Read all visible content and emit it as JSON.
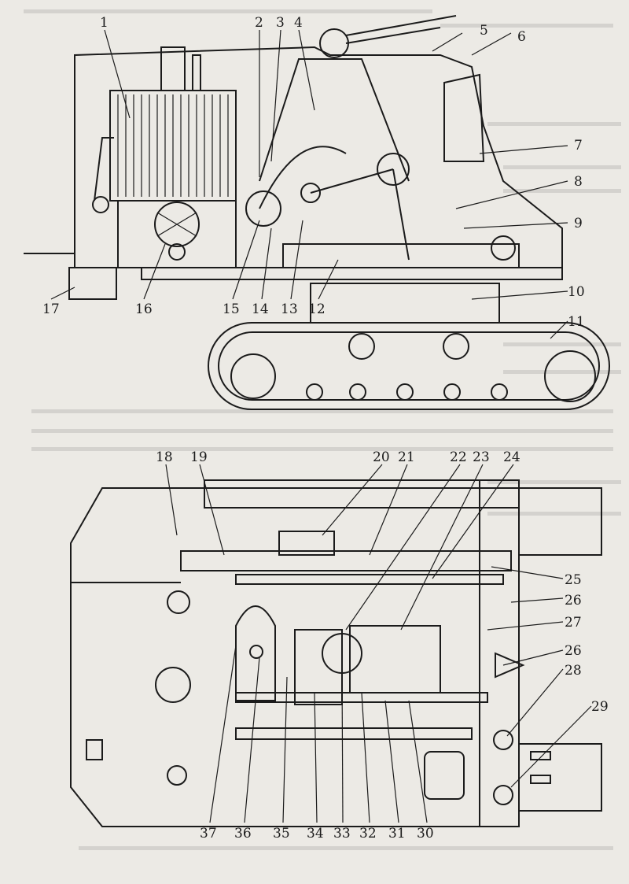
{
  "figure": {
    "side_view_callouts": [
      "1",
      "2",
      "3",
      "4",
      "5",
      "6",
      "7",
      "8",
      "9",
      "10",
      "11",
      "12",
      "13",
      "14",
      "15",
      "16",
      "17"
    ],
    "top_view_callouts": [
      "18",
      "19",
      "20",
      "21",
      "22",
      "23",
      "24",
      "25",
      "26",
      "27",
      "26",
      "28",
      "29",
      "37",
      "36",
      "35",
      "34",
      "33",
      "32",
      "31",
      "30"
    ]
  },
  "colors": {
    "ink": "#1b1b1b",
    "paper": "#eceae5"
  }
}
